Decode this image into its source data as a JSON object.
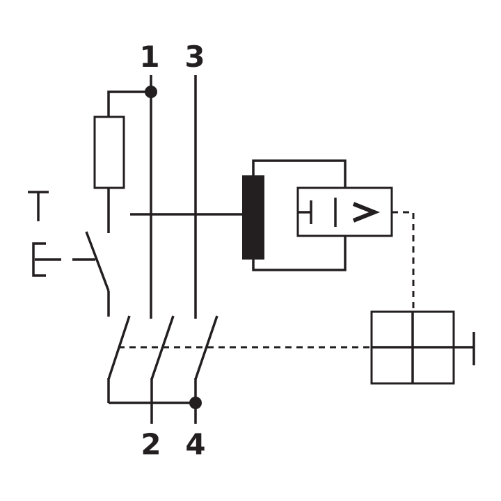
{
  "terminals": {
    "t1": "1",
    "t3": "3",
    "t2": "2",
    "t4": "4"
  },
  "colors": {
    "line": "#231f20",
    "background": "#ffffff"
  }
}
